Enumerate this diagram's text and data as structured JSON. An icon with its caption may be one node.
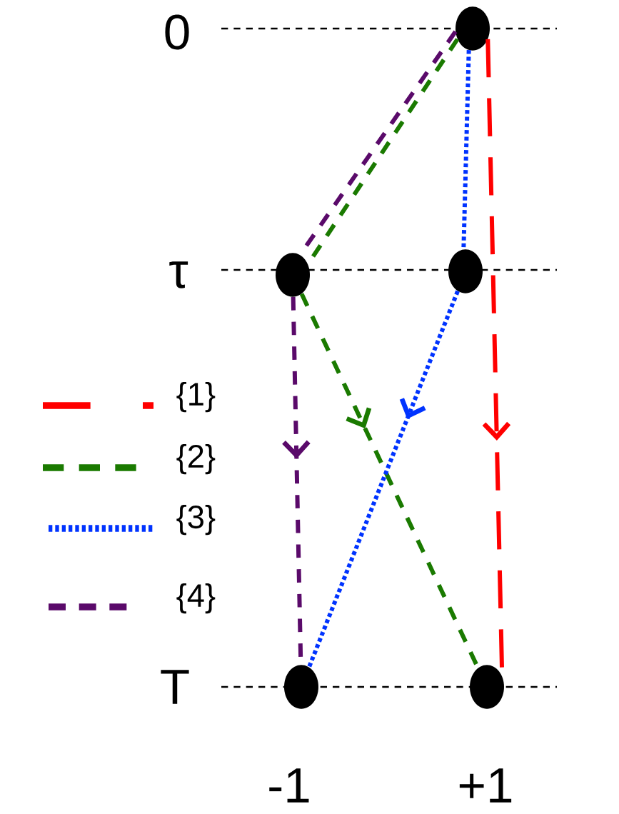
{
  "diagram": {
    "nodes": [
      {
        "text": [],
        "shape": "circle"
      },
      {
        "text": [],
        "shape": "circle"
      },
      {
        "text": [],
        "shape": "circle"
      },
      {
        "text": [],
        "shape": "circle"
      },
      {
        "text": [],
        "shape": "circle"
      }
    ],
    "edges": [
      {
        "from": 0,
        "to": 4,
        "arrow": "to",
        "style": "dashed",
        "color": "#ff0000"
      },
      {
        "from": 0,
        "to": 1,
        "arrow": "none",
        "style": "dashed",
        "color": "#1a7a00"
      },
      {
        "from": 1,
        "to": 4,
        "arrow": "to",
        "style": "dashed",
        "color": "#1a7a00"
      },
      {
        "from": 0,
        "to": 2,
        "arrow": "none",
        "style": "dashed",
        "color": "#0033ff"
      },
      {
        "from": 2,
        "to": 3,
        "arrow": "to",
        "style": "dashed",
        "color": "#0033ff"
      },
      {
        "from": 0,
        "to": 1,
        "arrow": "none",
        "style": "dashed",
        "color": "#5a0a6a"
      },
      {
        "from": 1,
        "to": 3,
        "arrow": "to",
        "style": "dashed",
        "color": "#5a0a6a"
      }
    ],
    "labels": [
      "0",
      "τ",
      "T",
      "-1",
      "+1"
    ],
    "legend": [
      {
        "text": "{1}"
      },
      {
        "text": "{2}"
      },
      {
        "text": "{3}"
      },
      {
        "text": "{4}"
      }
    ]
  }
}
